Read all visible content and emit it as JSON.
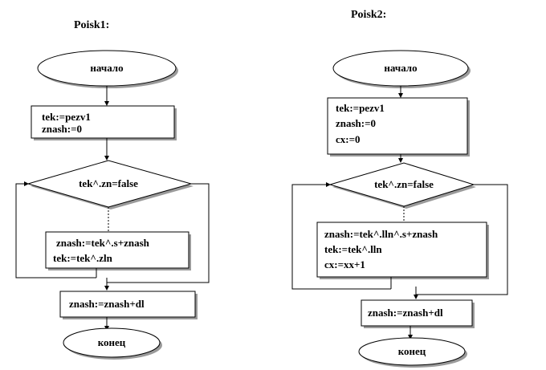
{
  "flowchart1": {
    "title": "Poisk1:",
    "start": "начало",
    "init": [
      "tek:=pezv1",
      "znash:=0"
    ],
    "condition": "tek^.zn=false",
    "body": [
      "znash:=tek^.s+znash",
      "tek:=tek^.zln"
    ],
    "final": "znash:=znash+dl",
    "end": "конец"
  },
  "flowchart2": {
    "title": "Poisk2:",
    "start": "начало",
    "init": [
      "tek:=pezv1",
      "znash:=0",
      "cx:=0"
    ],
    "condition": "tek^.zn=false",
    "body": [
      "znash:=tek^.lln^.s+znash",
      "tek:=tek^.lln",
      "cx:=xx+1"
    ],
    "final": "znash:=znash+dl",
    "end": "конец"
  }
}
